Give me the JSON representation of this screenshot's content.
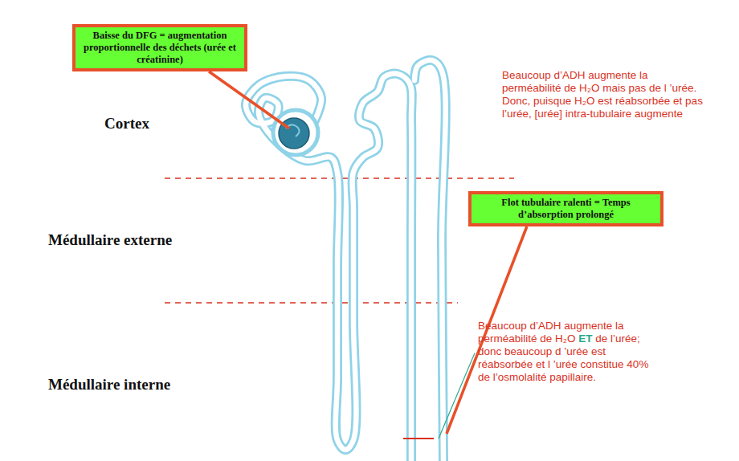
{
  "diagram": {
    "nodes": [
      {
        "text": [
          "Baisse du DFG = augmentation proportionnelle des déchets (urée et créatinine)"
        ]
      },
      {
        "text": [
          "Flot tubulaire ralenti = Temps d’absorption prolongé"
        ]
      }
    ],
    "labels": [
      "Cortex",
      "Beaucoup d’ADH augmente la perméabilité de H₂O mais pas de l ’urée. Donc, puisque H₂O est réabsorbée et pas l’urée, [urée] intra-tubulaire augmente",
      "Médullaire externe",
      "Médullaire interne",
      "Beaucoup d’ADH augmente la perméabilité de H₂O ET de l’urée; donc beaucoup d ’urée est réabsorbée et l ’urée constitue 40% de l’osmolalité papillaire."
    ]
  }
}
